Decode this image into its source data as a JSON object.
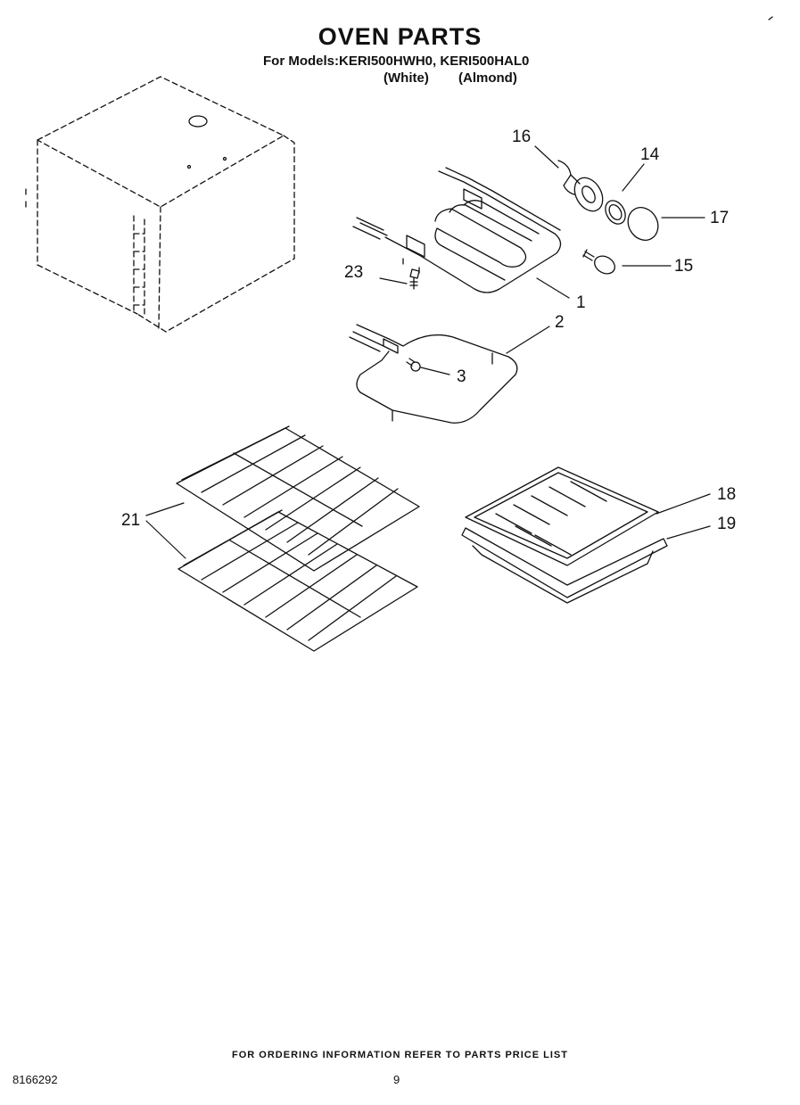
{
  "header": {
    "title": "OVEN PARTS",
    "models_line": "For Models:KERI500HWH0, KERI500HAL0",
    "variants": [
      "(White)",
      "(Almond)"
    ]
  },
  "callouts": [
    {
      "id": "16",
      "label": "16"
    },
    {
      "id": "14",
      "label": "14"
    },
    {
      "id": "17",
      "label": "17"
    },
    {
      "id": "15",
      "label": "15"
    },
    {
      "id": "23",
      "label": "23"
    },
    {
      "id": "1",
      "label": "1"
    },
    {
      "id": "2",
      "label": "2"
    },
    {
      "id": "3",
      "label": "3"
    },
    {
      "id": "18",
      "label": "18"
    },
    {
      "id": "19",
      "label": "19"
    },
    {
      "id": "21",
      "label": "21"
    }
  ],
  "footer": {
    "ordering_note": "FOR ORDERING INFORMATION REFER TO PARTS PRICE LIST",
    "document_number": "8166292",
    "page_number": "9"
  }
}
